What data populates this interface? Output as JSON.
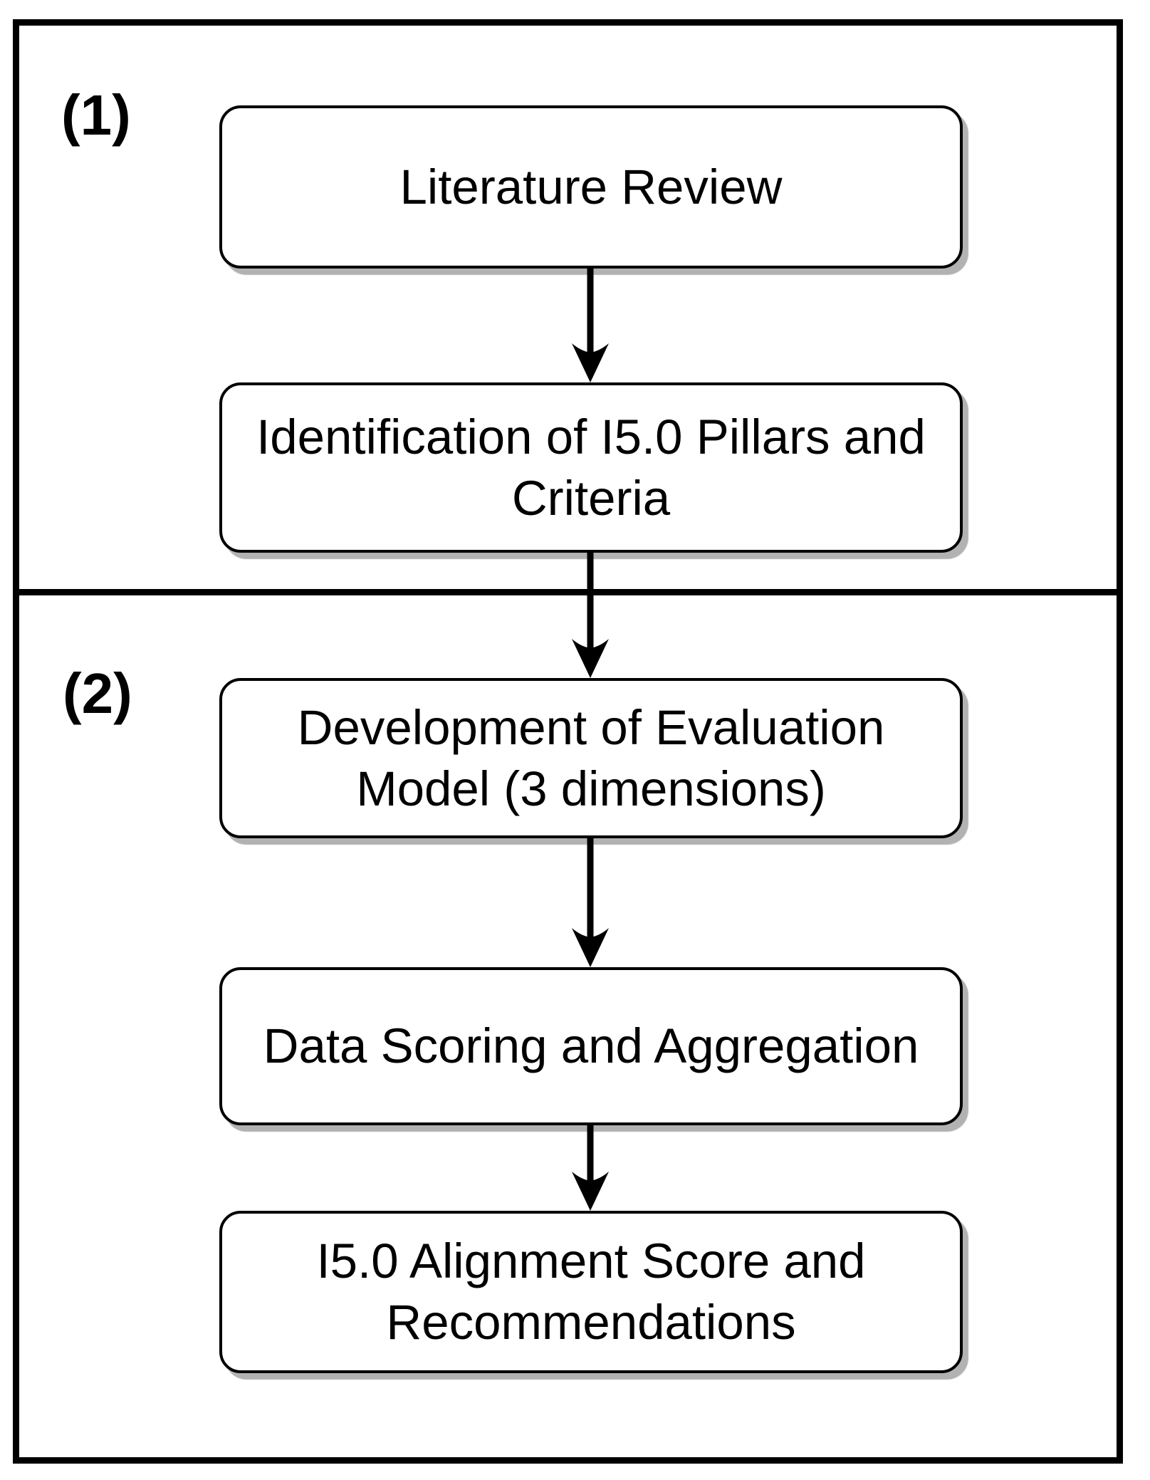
{
  "figure": {
    "type": "flowchart",
    "background_color": "#ffffff",
    "line_color": "#000000",
    "sections": [
      {
        "label": "(1)",
        "nodes": [
          {
            "id": "literature-review",
            "lines": [
              "Literature Review"
            ]
          },
          {
            "id": "identification-pillars-criteria",
            "lines": [
              "Identification of I5.0 Pillars and",
              "Criteria"
            ]
          }
        ]
      },
      {
        "label": "(2)",
        "nodes": [
          {
            "id": "development-evaluation-model",
            "lines": [
              "Development of Evaluation",
              "Model (3 dimensions)"
            ]
          },
          {
            "id": "data-scoring-aggregation",
            "lines": [
              "Data Scoring and Aggregation"
            ]
          },
          {
            "id": "alignment-score-recommendations",
            "lines": [
              "I5.0 Alignment Score and",
              "Recommendations"
            ]
          }
        ]
      }
    ],
    "connections": [
      {
        "from": "literature-review",
        "to": "identification-pillars-criteria"
      },
      {
        "from": "identification-pillars-criteria",
        "to": "development-evaluation-model"
      },
      {
        "from": "development-evaluation-model",
        "to": "data-scoring-aggregation"
      },
      {
        "from": "data-scoring-aggregation",
        "to": "alignment-score-recommendations"
      }
    ]
  }
}
